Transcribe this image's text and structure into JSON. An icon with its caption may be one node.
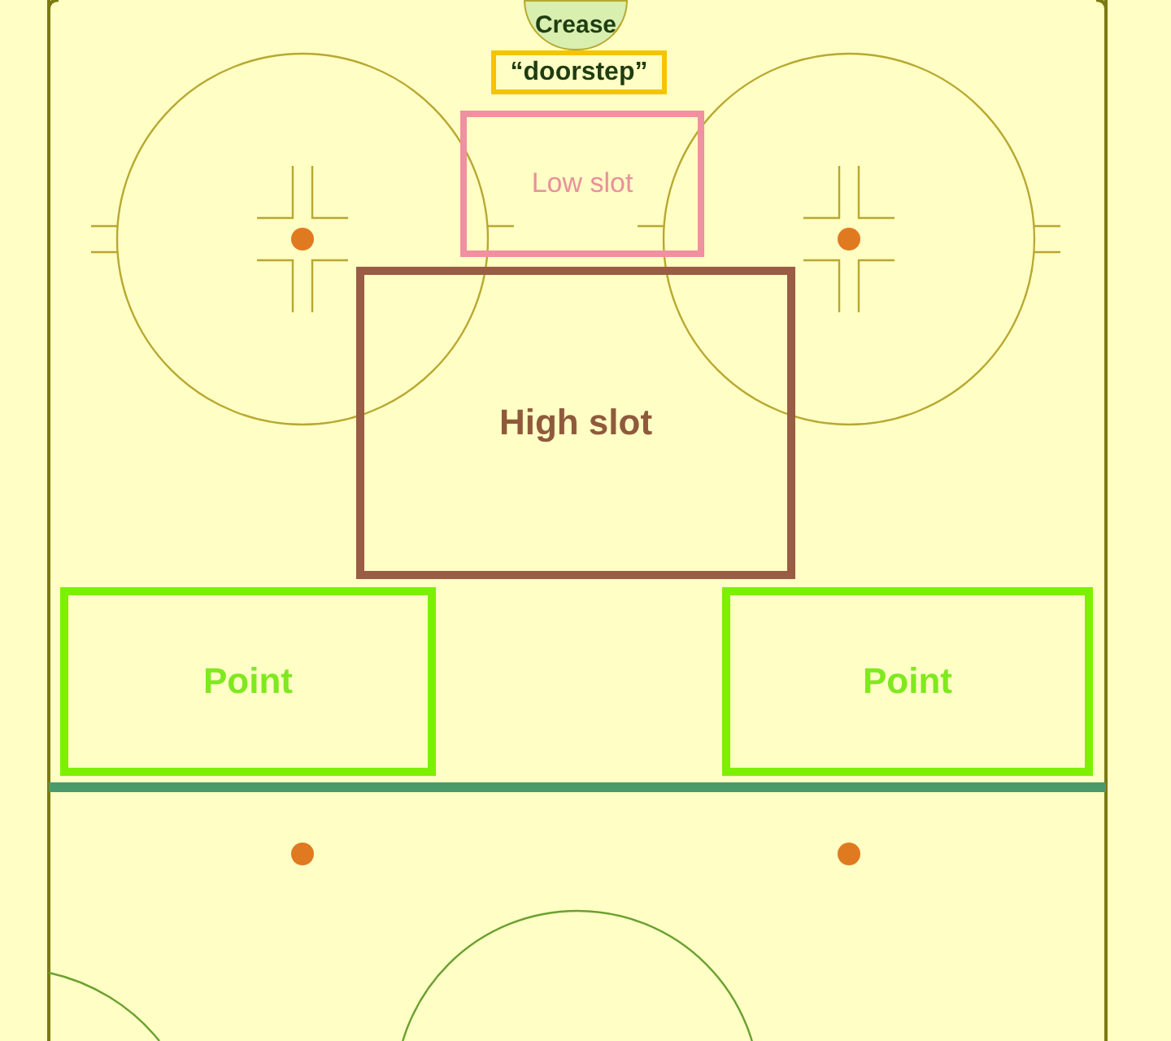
{
  "diagram": {
    "nodes": [
      {
        "text": [
          "Crease"
        ]
      },
      {
        "text": [
          "“doorstep”"
        ]
      },
      {
        "text": [
          "Low slot"
        ]
      },
      {
        "text": [
          "High slot"
        ]
      },
      {
        "text": [
          "Point"
        ]
      },
      {
        "text": [
          "Point"
        ]
      }
    ]
  }
}
